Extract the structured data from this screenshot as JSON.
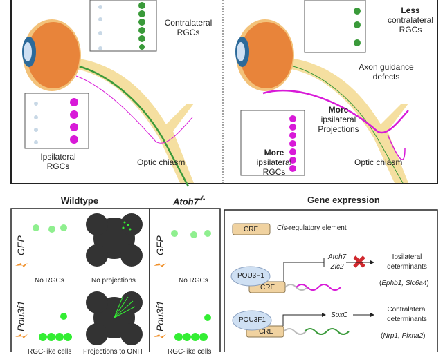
{
  "top_panel": {
    "left": {
      "contralateral_label": "Contralateral RGCs",
      "ipsilateral_label": "Ipsilateral RGCs",
      "chiasm_label": "Optic chiasm"
    },
    "right": {
      "less_bold": "Less",
      "less_rest": "contralateral",
      "less_rgcs": "RGCs",
      "axon_label_1": "Axon guidance",
      "axon_label_2": "defects",
      "more_proj_bold": "More",
      "more_proj_1": "ipsilateral",
      "more_proj_2": "Projections",
      "more_rgc_bold": "More",
      "more_rgc_1": "ipsilateral",
      "more_rgc_2": "RGCs",
      "chiasm_label": "Optic chiasm"
    }
  },
  "bottom_panel": {
    "wildtype": {
      "title": "Wildtype",
      "gfp": "GFP",
      "pou3f1": "Pou3f1",
      "no_rgcs": "No RGCs",
      "no_projections": "No projections",
      "rgc_like": "RGC-like cells",
      "projections_onh": "Projections to ONH"
    },
    "atoh7": {
      "title": "Atoh7",
      "superscript": "-/-",
      "gfp": "GFP",
      "pou3f1": "Pou3f1",
      "no_rgcs": "No RGCs",
      "rgc_like": "RGC-like cells"
    },
    "gene_expression": {
      "title": "Gene expression",
      "cre_legend": "CRE",
      "cre_italic": "Cis",
      "cre_desc": "-regulatory element",
      "row1": {
        "tf": "POU3F1",
        "cre": "CRE",
        "genes_1": "Atoh7",
        "genes_2": "Zic2",
        "target_1": "Ipsilateral",
        "target_2": "determinants",
        "examples_open": "(",
        "examples": "Ephb1, Slc6a4",
        "examples_close": ")"
      },
      "row2": {
        "tf": "POU3F1",
        "cre": "CRE",
        "gene": "SoxC",
        "target_1": "Contralateral",
        "target_2": "determinants",
        "examples_open": "(",
        "examples": "Nrp1, Plxna2",
        "examples_close": ")"
      }
    }
  },
  "colors": {
    "eye_orange": "#e8843a",
    "nerve": "#f5dfa0",
    "green": "#3a9a3a",
    "magenta": "#d81ad8",
    "gfp_green": "#33ee33",
    "cre_fill": "#f0d2a0",
    "tf_fill": "#cfe0f3",
    "x_red": "#d0282d"
  }
}
